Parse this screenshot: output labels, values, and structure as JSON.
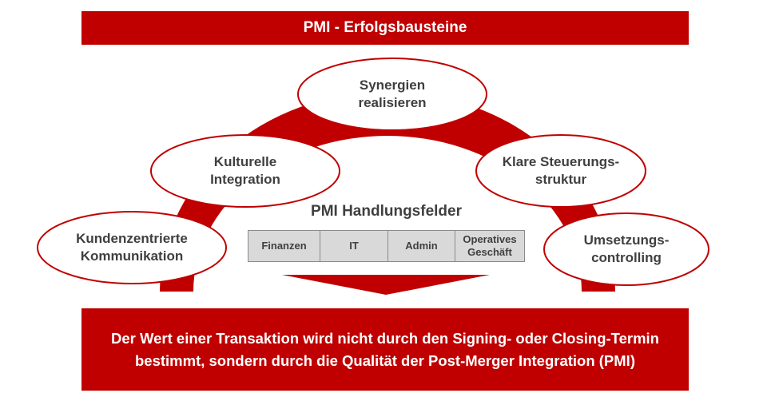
{
  "title": "PMI - Erfolgsbausteine",
  "blocks": [
    "Synergien\nrealisieren",
    "Kulturelle\nIntegration",
    "Klare Steuerungs-\nstruktur",
    "Kundenzentrierte\nKommunikation",
    "Umsetzungs-\ncontrolling"
  ],
  "fields_title": "PMI Handlungsfelder",
  "fields": [
    "Finanzen",
    "IT",
    "Admin",
    "Operatives\nGeschäft"
  ],
  "conclusion": "Der Wert einer Transaktion wird nicht durch den Signing- oder Closing-Termin bestimmt, sondern durch die Qualität der Post-Merger Integration (PMI)",
  "colors": {
    "accent": "#c00000",
    "cell": "#d9d9d9",
    "text": "#3f3f3f"
  }
}
